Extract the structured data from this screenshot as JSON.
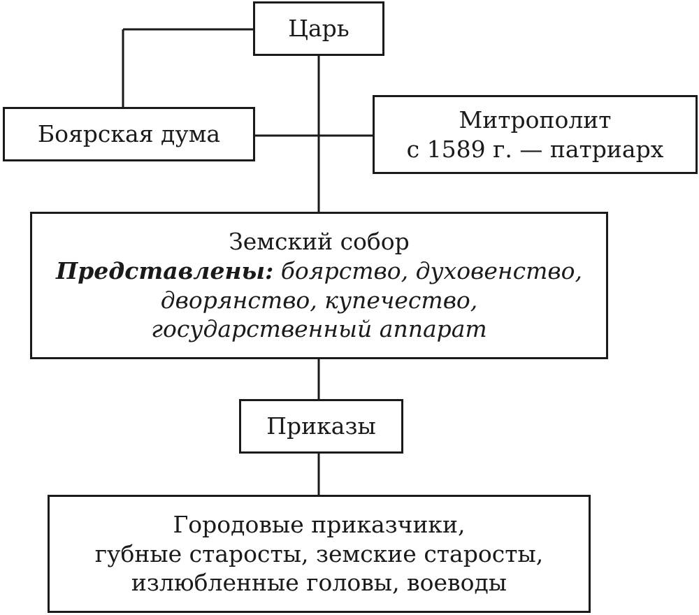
{
  "nodes": {
    "tsar": {
      "label": "Царь"
    },
    "boyar_duma": {
      "label": "Боярская дума"
    },
    "metropolitan": {
      "line1": "Митрополит",
      "line2": "с 1589 г. — патриарх"
    },
    "zemsky_sobor": {
      "title": "Земский собор",
      "represented_label": "Представлены:",
      "line1_rest": " боярство, духовенство,",
      "line2": "дворянство, купечество,",
      "line3": "государственный аппарат"
    },
    "prikazy": {
      "label": "Приказы"
    },
    "local_officials": {
      "line1": "Городовые приказчики,",
      "line2": "губные старосты, земские старосты,",
      "line3": "излюбленные головы, воеводы"
    }
  },
  "colors": {
    "line": "#1a1a1a",
    "background": "#ffffff"
  }
}
